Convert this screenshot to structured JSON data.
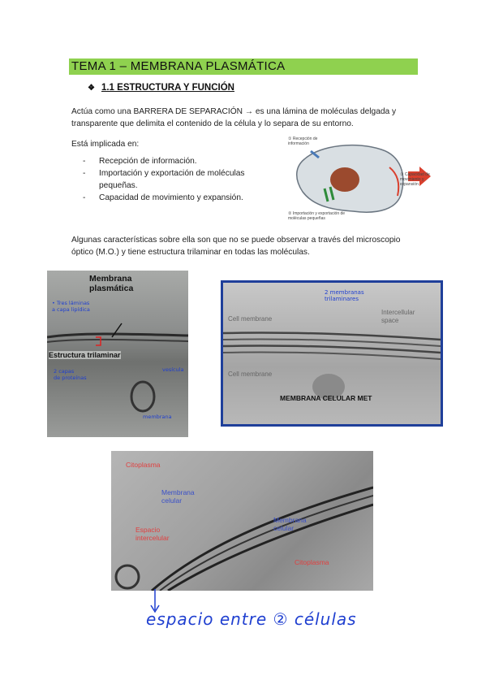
{
  "header": {
    "title": "TEMA 1 – MEMBRANA PLASMÁTICA"
  },
  "section": {
    "label": "1.1 ESTRUCTURA Y FUNCIÓN"
  },
  "intro": {
    "line1": "Actúa como una BARRERA DE SEPARACIÓN → es una lámina de moléculas delgada y",
    "line2": "transparente que delimita el contenido de la célula y lo separa de su entorno."
  },
  "implicada": {
    "heading": "Está implicada en:",
    "items": [
      "Recepción de información.",
      "Importación y exportación de moléculas pequeñas.",
      "Capacidad de movimiento y expansión."
    ]
  },
  "diagram": {
    "label1": "① Recepción de información",
    "label2": "② Importación y exportación de moléculas pequeñas",
    "label3": "③ Capacidad de movimiento y expansión"
  },
  "caracteristicas": {
    "line1": "Algunas características sobre ella son que no se puede observar a través del microscopio",
    "line2": "óptico (M.O.) y tiene estructura trilaminar en todas las moléculas."
  },
  "photo1": {
    "label_top": "Membrana plasmática",
    "label_tri": "Estructura trilaminar",
    "hw1": "• Tres láminas",
    "hw2": "a capa lipídica",
    "hw3": "2 capas",
    "hw4": "de proteínas",
    "hw5": "vesícula",
    "hw6": "membrana"
  },
  "photo2": {
    "cell_membrane_top": "Cell membrane",
    "intercellular": "Intercellular space",
    "cell_membrane_bottom": "Cell membrane",
    "caption": "MEMBRANA CELULAR MET",
    "hw1": "2 membranas",
    "hw2": "trilaminares"
  },
  "photo3": {
    "citoplasma1": "Citoplasma",
    "membrana1": "Membrana celular",
    "espacio": "Espacio intercelular",
    "membrana2": "Membrana celular",
    "citoplasma2": "Citoplasma"
  },
  "handwriting": {
    "bottom": "espacio entre ② células"
  }
}
